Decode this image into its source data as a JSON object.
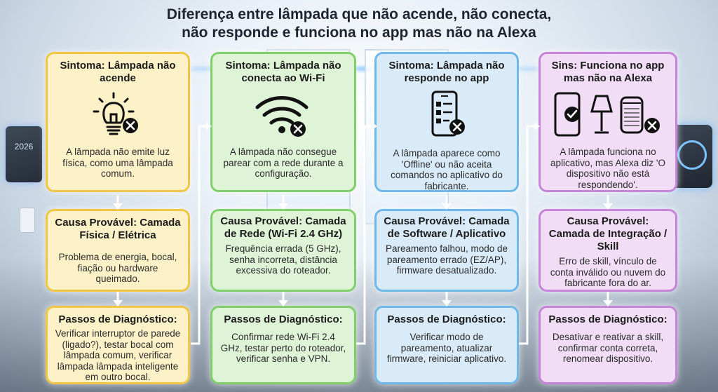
{
  "title_line1": "Diferença entre lâmpada que não acende, não conecta,",
  "title_line2": "não responde e funciona no app mas não na Alexa",
  "background": {
    "panel_text": "2026"
  },
  "columns": [
    {
      "symptom_title": "Sintoma: Lâmpada não acende",
      "symptom_icon": "bulb-off-icon",
      "symptom_text": "A lâmpada não emite luz física, como uma lâmpada comum.",
      "cause_title": "Causa Provável: Camada Física / Elétrica",
      "cause_text": "Problema de energia, bocal, fiação ou hardware queimado.",
      "diag_title": "Passos de Diagnóstico:",
      "diag_text": "Verificar interruptor de parede (ligado?), testar bocal com lâmpada comum, verificar lâmpada lâmpada inteligente em outro bocal.",
      "color": "#f1c644"
    },
    {
      "symptom_title": "Sintoma: Lâmpada não conecta ao Wi-Fi",
      "symptom_icon": "wifi-off-icon",
      "symptom_text": "A lâmpada não consegue parear com a rede durante a configuração.",
      "cause_title": "Causa Provável: Camada de Rede (Wi-Fi 2.4 GHz)",
      "cause_text": "Frequência errada (5 GHz), senha incorreta, distância excessiva do roteador.",
      "diag_title": "Passos de Diagnóstico:",
      "diag_text": "Confirmar rede Wi-Fi 2.4 GHz, testar perto do roteador, verificar senha e VPN.",
      "color": "#7fd06a"
    },
    {
      "symptom_title": "Sintoma: Lâmpada não responde no app",
      "symptom_icon": "phone-app-error-icon",
      "symptom_text": "A lâmpada aparece como 'Offline' ou não aceita comandos no aplicativo do fabricante.",
      "cause_title": "Causa Provável: Camada de Software / Aplicativo",
      "cause_text": "Pareamento falhou, modo de pareamento errado (EZ/AP), firmware desatualizado.",
      "diag_title": "Passos de Diagnóstico:",
      "diag_text": "Verificar modo de pareamento, atualizar firmware, reiniciar aplicativo.",
      "color": "#6fb8ea"
    },
    {
      "symptom_title": "Sins: Funciona no app mas não na Alexa",
      "symptom_icon": "alexa-mismatch-icon",
      "symptom_text": "A lâmpada funciona no aplicativo, mas Alexa diz 'O dispositivo não está respondendo'.",
      "cause_title": "Causa Provável: Camada de Integração / Skill",
      "cause_text": "Erro de skill, vínculo de conta inválido ou nuvem do fabricante fora do ar.",
      "diag_title": "Passos de Diagnóstico:",
      "diag_text": "Desativar e reativar a skill, confirmar conta correta, renomear dispositivo.",
      "color": "#c685d8"
    }
  ]
}
